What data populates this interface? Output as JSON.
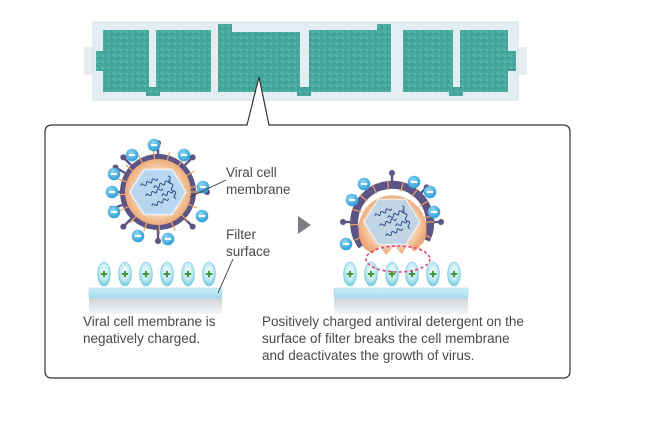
{
  "image": {
    "subject": "air-conditioner-filter",
    "filter_colors": {
      "frame": "#dfeef1",
      "mesh": "#3fa99e",
      "mesh_light": "#6cc2b6"
    }
  },
  "diagram": {
    "left_panel": {
      "labels": {
        "membrane_line1": "Viral cell",
        "membrane_line2": "membrane",
        "filter_line1": "Filter",
        "filter_line2": "surface"
      },
      "caption_line1": "Viral cell membrane is",
      "caption_line2": "negatively charged.",
      "negative_charges": 10,
      "positive_charges": 6
    },
    "transition_icon": "play-arrow-icon",
    "right_panel": {
      "caption_line1": "Positively charged antiviral detergent on the",
      "caption_line2": "surface of filter breaks the cell membrane",
      "caption_line3": "and deactivates the growth of virus.",
      "negative_charges": 6,
      "positive_charges": 6,
      "highlight": "broken-membrane-dashed-ellipse"
    },
    "charge_symbols": {
      "negative": "−",
      "positive": "+"
    },
    "colors": {
      "negative_charge": "#3fa9de",
      "positive_charge_body": "#9fe0ea",
      "positive_sign": "#3e9a3a",
      "virus_ring": "#5b5485",
      "virus_inner": "#f3c49a",
      "capsid": "#b8d6ef",
      "rna": "#2c4f8f",
      "highlight_dash": "#e0457e",
      "callout_border": "#333333",
      "text": "#4a4a4a"
    }
  }
}
